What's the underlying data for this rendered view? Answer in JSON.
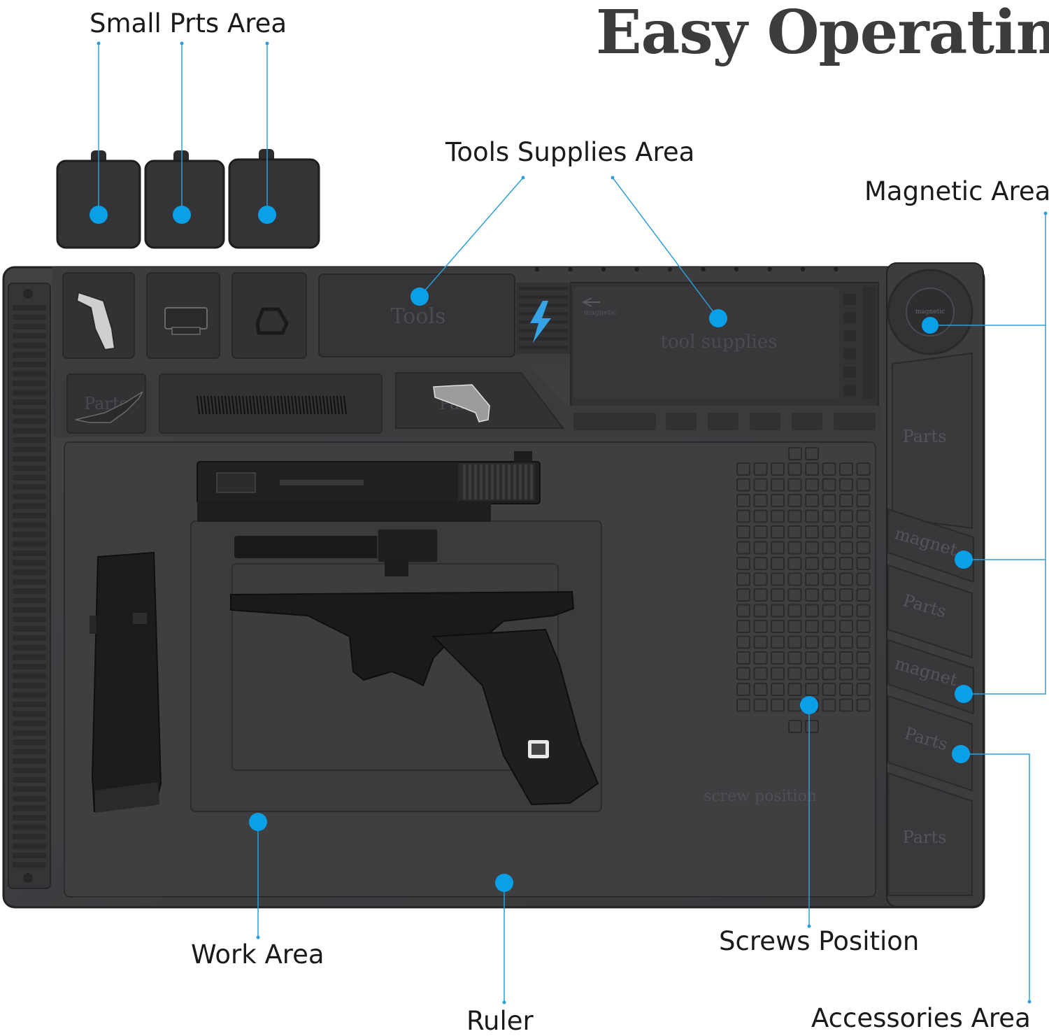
{
  "headline": "Easy Operating",
  "labels": {
    "small_parts": "Small Prts Area",
    "tools_supplies": "Tools Supplies Area",
    "magnetic": "Magnetic Area",
    "work": "Work Area",
    "ruler": "Ruler",
    "screws": "Screws Position",
    "accessories": "Accessories Area"
  },
  "mat_text": {
    "tools": "Tools",
    "tool_supplies": "tool supplies",
    "magnetic_small": "magnetic",
    "magnetic_round": "magnetic",
    "parts": "Parts",
    "magnet": "magnet",
    "screw_position": "screw position"
  },
  "colors": {
    "mat": "#3e3d3f",
    "mat_recess": "#353437",
    "mat_edge": "#222124",
    "callout_dot": "#0aa0e8",
    "callout_line": "#2d9fd6",
    "headline": "#3c3c3c"
  },
  "icons": [
    "lightning-bolt-icon",
    "arrow-left-icon"
  ]
}
